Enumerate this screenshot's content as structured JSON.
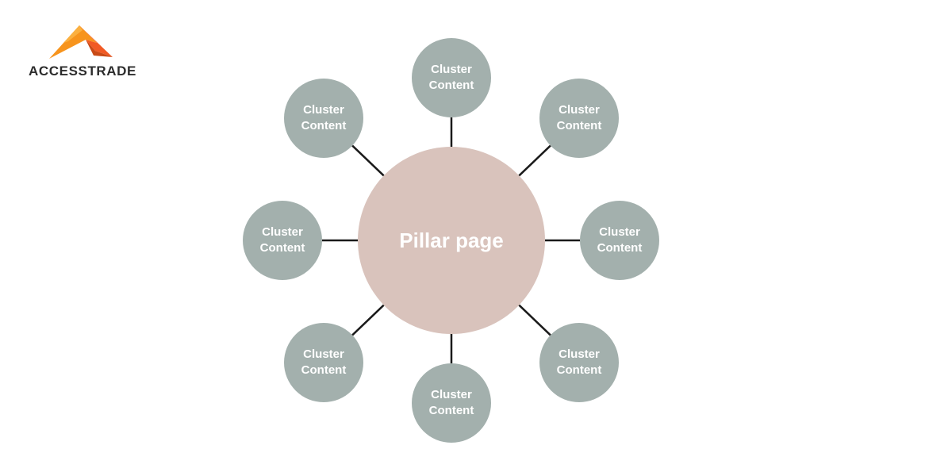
{
  "brand": {
    "name": "ACCESSTRADE",
    "logo_icon": "mountain-peak-icon",
    "colors": {
      "logo_orange": "#f7941d",
      "logo_dark_orange": "#c94a16",
      "text": "#2c2c2c"
    }
  },
  "diagram": {
    "type": "hub-and-spoke",
    "center": {
      "label": "Pillar page",
      "color": "#d9c3bc"
    },
    "clusters": [
      {
        "label": "Cluster Content",
        "line1": "Cluster",
        "line2": "Content",
        "position": "top"
      },
      {
        "label": "Cluster Content",
        "line1": "Cluster",
        "line2": "Content",
        "position": "top-right"
      },
      {
        "label": "Cluster Content",
        "line1": "Cluster",
        "line2": "Content",
        "position": "right"
      },
      {
        "label": "Cluster Content",
        "line1": "Cluster",
        "line2": "Content",
        "position": "bottom-right"
      },
      {
        "label": "Cluster Content",
        "line1": "Cluster",
        "line2": "Content",
        "position": "bottom"
      },
      {
        "label": "Cluster Content",
        "line1": "Cluster",
        "line2": "Content",
        "position": "bottom-left"
      },
      {
        "label": "Cluster Content",
        "line1": "Cluster",
        "line2": "Content",
        "position": "left"
      },
      {
        "label": "Cluster Content",
        "line1": "Cluster",
        "line2": "Content",
        "position": "top-left"
      }
    ],
    "cluster_color": "#a3b0ad",
    "connector_color": "#1a1a1a"
  }
}
